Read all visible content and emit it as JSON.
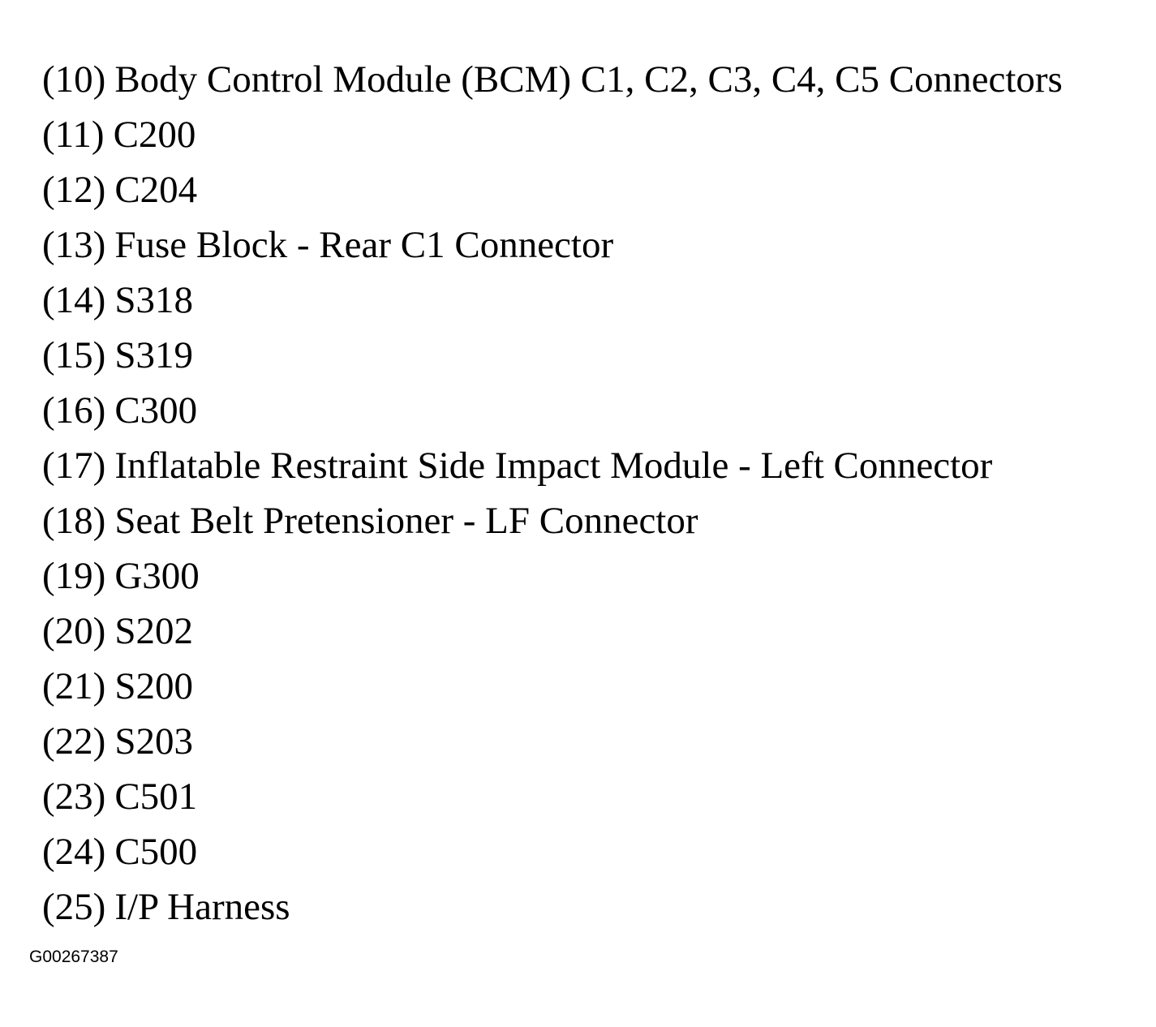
{
  "legend": {
    "items": [
      {
        "number": "(10)",
        "label": "Body Control Module (BCM) C1, C2, C3, C4, C5 Connectors"
      },
      {
        "number": "(11)",
        "label": "C200"
      },
      {
        "number": "(12)",
        "label": "C204"
      },
      {
        "number": "(13)",
        "label": "Fuse Block - Rear C1 Connector"
      },
      {
        "number": "(14)",
        "label": "S318"
      },
      {
        "number": "(15)",
        "label": "S319"
      },
      {
        "number": "(16)",
        "label": "C300"
      },
      {
        "number": "(17)",
        "label": "Inflatable Restraint Side Impact Module - Left Connector"
      },
      {
        "number": "(18)",
        "label": "Seat Belt Pretensioner - LF Connector"
      },
      {
        "number": "(19)",
        "label": "G300"
      },
      {
        "number": "(20)",
        "label": "S202"
      },
      {
        "number": "(21)",
        "label": "S200"
      },
      {
        "number": "(22)",
        "label": "S203"
      },
      {
        "number": "(23)",
        "label": "C501"
      },
      {
        "number": "(24)",
        "label": "C500"
      },
      {
        "number": "(25)",
        "label": "I/P Harness"
      }
    ]
  },
  "figure_id": "G00267387"
}
